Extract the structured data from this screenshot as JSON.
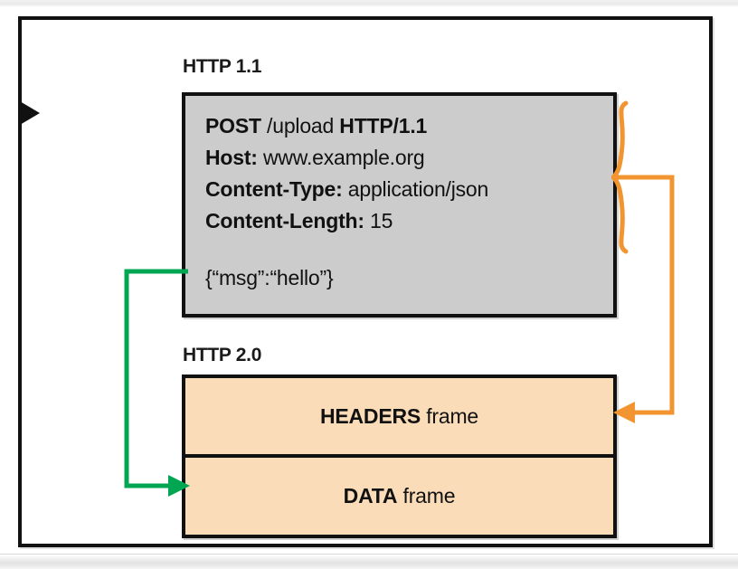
{
  "figure": {
    "title_http11": "HTTP 1.1",
    "title_http20": "HTTP 2.0",
    "colors": {
      "gray_box": "#CCCCCC",
      "peach_box": "#FADCB8",
      "frame_border": "#111111",
      "orange_connector": "#F29430",
      "green_connector": "#00A651"
    }
  },
  "http11_message": {
    "request_line": {
      "method": "POST",
      "path": "/upload",
      "version": "HTTP/1.1"
    },
    "headers": [
      {
        "name": "Host:",
        "value": "www.example.org"
      },
      {
        "name": "Content-Type:",
        "value": "application/json"
      },
      {
        "name": "Content-Length:",
        "value": "15"
      }
    ],
    "body": "{“msg”:“hello”}"
  },
  "http20_frames": [
    {
      "name": "HEADERS",
      "suffix": "frame"
    },
    {
      "name": "DATA",
      "suffix": "frame"
    }
  ],
  "connectors": {
    "headers_to_headers_frame": "orange-brace-arrow",
    "body_to_data_frame": "green-arrow",
    "inbound": "black-arrow"
  }
}
